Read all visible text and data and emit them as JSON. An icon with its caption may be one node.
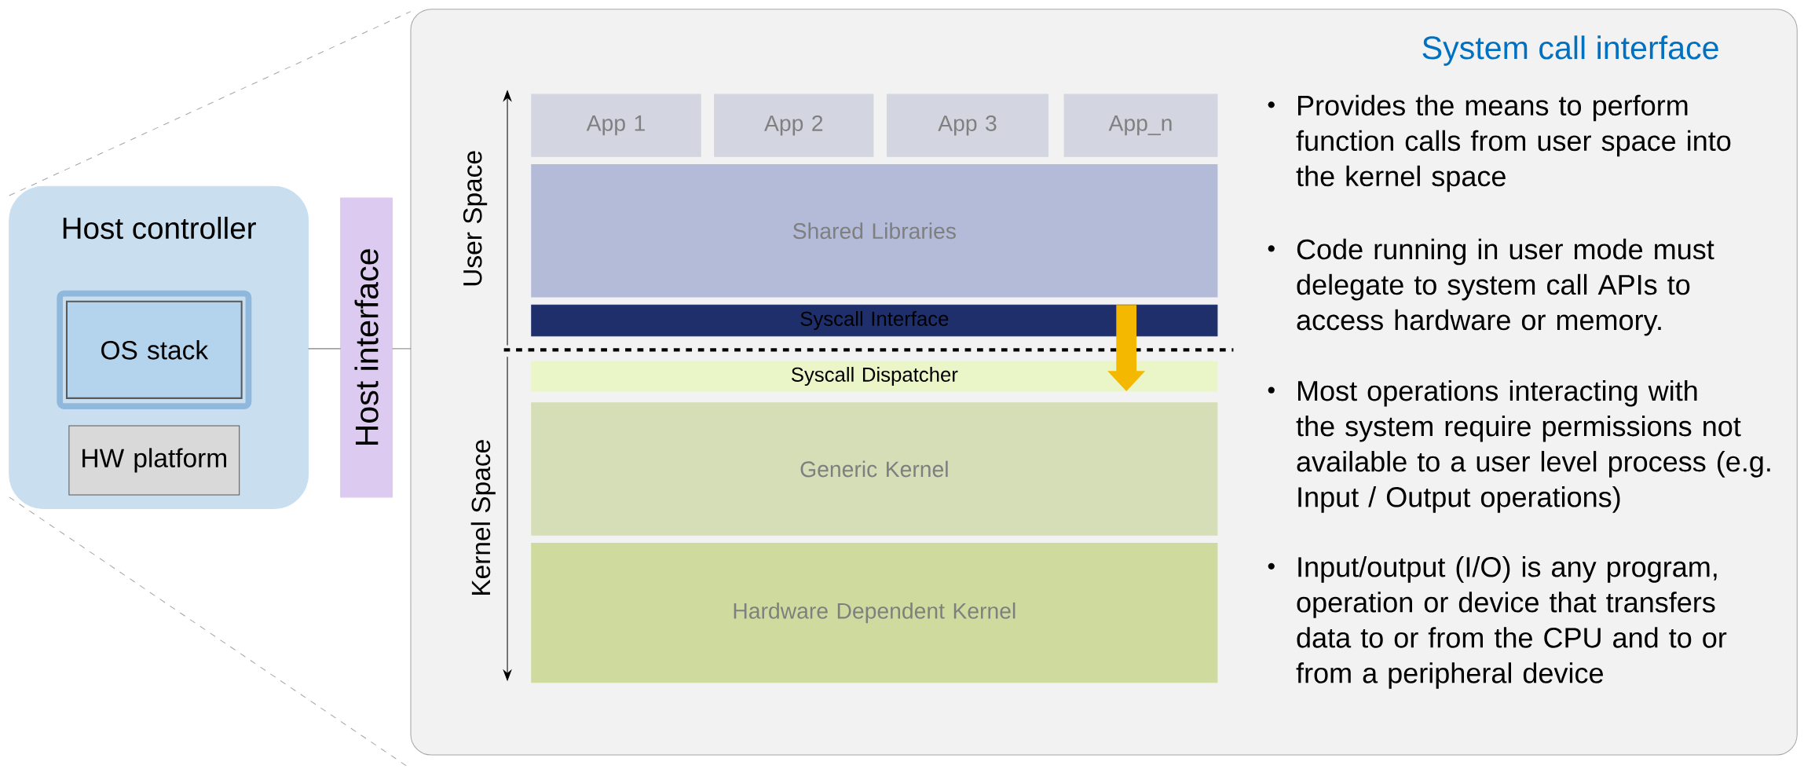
{
  "diagram": {
    "nodes": [
      {
        "text": [
          "Host controller"
        ]
      },
      {
        "text": [
          "OS stack"
        ],
        "in": 0
      },
      {
        "text": [
          "HW platform"
        ],
        "in": 0
      },
      {
        "text": [
          "Host interface"
        ]
      },
      {
        "text": [
          "System call interface"
        ]
      },
      {
        "text": [
          "App 1"
        ],
        "in": 4
      },
      {
        "text": [
          "App 2"
        ],
        "in": 4
      },
      {
        "text": [
          "App 3"
        ],
        "in": 4
      },
      {
        "text": [
          "App_n"
        ],
        "in": 4
      },
      {
        "text": [
          "Shared Libraries"
        ],
        "in": 4
      },
      {
        "text": [
          "Syscall Interface"
        ],
        "in": 4
      },
      {
        "text": [
          "Syscall Dispatcher"
        ],
        "in": 4
      },
      {
        "text": [
          "Generic Kernel"
        ],
        "in": 4
      },
      {
        "text": [
          "Hardware Dependent Kernel"
        ],
        "in": 4
      }
    ],
    "edges": [
      {
        "from": 0,
        "to": 3,
        "arrow": "none"
      },
      {
        "from": 3,
        "to": 4,
        "arrow": "none"
      },
      {
        "from": 10,
        "to": 11,
        "arrow": "to",
        "style": "thick",
        "color": "#f5b800"
      }
    ],
    "labels": [
      "User Space",
      "Kernel Space",
      "Provides the means to perform function calls from user space into the kernel space",
      "Code running in user mode must delegate to system call APIs to access hardware or memory.",
      "Most operations interacting with the system require permissions not available to a user level process (e.g. Input / Output operations)",
      "Input/output (I/O) is any program, operation or device that transfers data to or from the CPU and to or from a peripheral device"
    ]
  }
}
